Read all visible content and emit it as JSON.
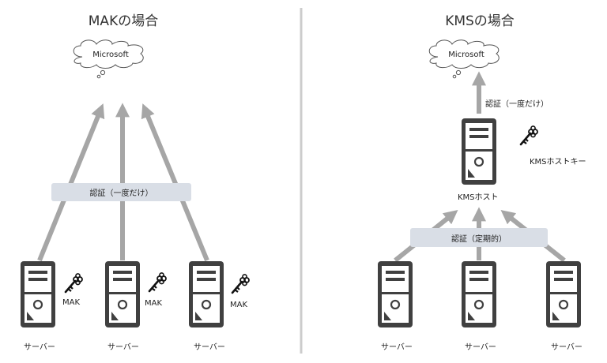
{
  "mak": {
    "title": "MAKの場合",
    "cloud_label": "Microsoft",
    "band_label": "認証（一度だけ）",
    "servers": [
      {
        "key_label": "MAK",
        "caption": "サーバー"
      },
      {
        "key_label": "MAK",
        "caption": "サーバー"
      },
      {
        "key_label": "MAK",
        "caption": "サーバー"
      }
    ]
  },
  "kms": {
    "title": "KMSの場合",
    "cloud_label": "Microsoft",
    "top_arrow_label": "認証（一度だけ）",
    "host_label": "KMSホスト",
    "host_key_label": "KMSホストキー",
    "band_label": "認証（定期的）",
    "servers": [
      {
        "caption": "サーバー"
      },
      {
        "caption": "サーバー"
      },
      {
        "caption": "サーバー"
      }
    ]
  },
  "colors": {
    "arrow": "#a6a6a6",
    "server_body": "#404040",
    "band": "#d9dee6",
    "divider": "#cccccc"
  }
}
